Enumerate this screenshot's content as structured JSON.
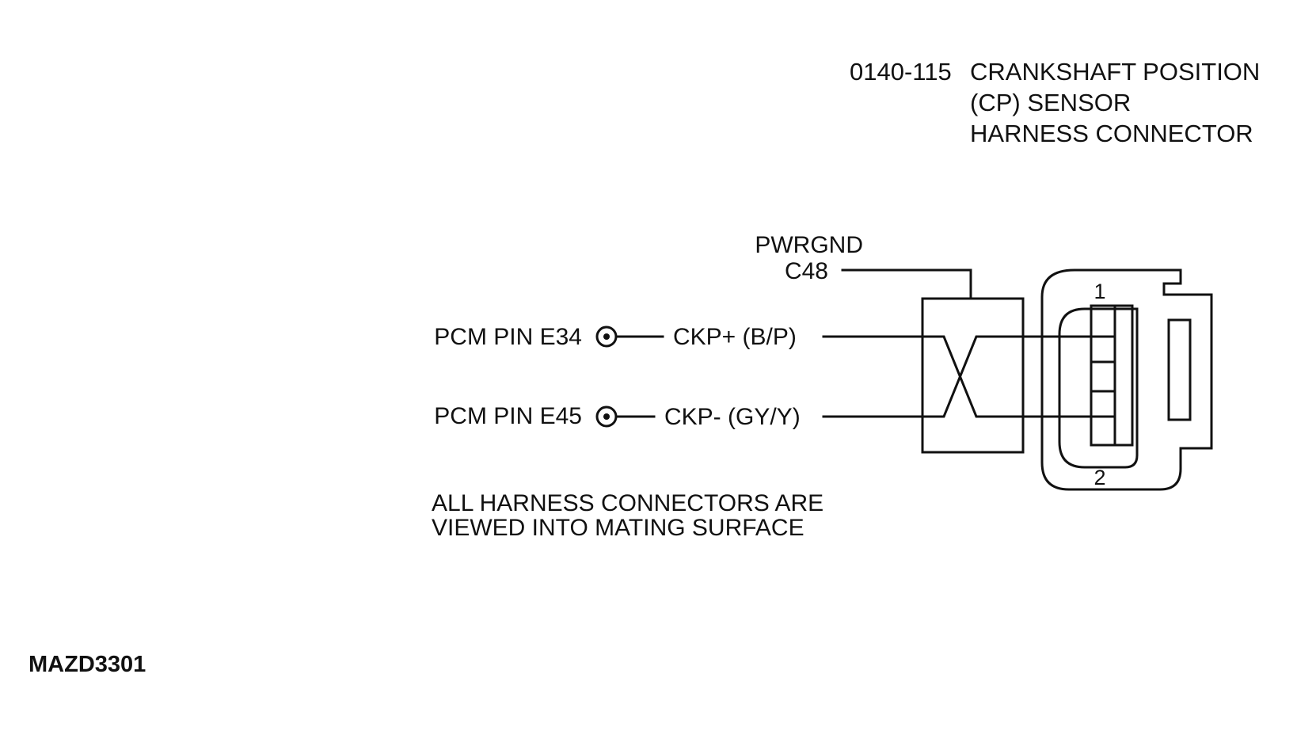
{
  "header": {
    "code": "0140-115",
    "title_lines": [
      "CRANKSHAFT POSITION",
      "(CP) SENSOR",
      "HARNESS CONNECTOR"
    ]
  },
  "ground": {
    "name": "PWRGND",
    "pin": "C48"
  },
  "circuits": [
    {
      "pcm_label": "PCM PIN E34",
      "signal": "CKP+ (B/P)"
    },
    {
      "pcm_label": "PCM PIN E45",
      "signal": "CKP- (GY/Y)"
    }
  ],
  "connector": {
    "pin_top": "1",
    "pin_bottom": "2"
  },
  "note_lines": [
    "ALL HARNESS CONNECTORS ARE",
    "VIEWED INTO MATING SURFACE"
  ],
  "figure_id": "MAZD3301"
}
